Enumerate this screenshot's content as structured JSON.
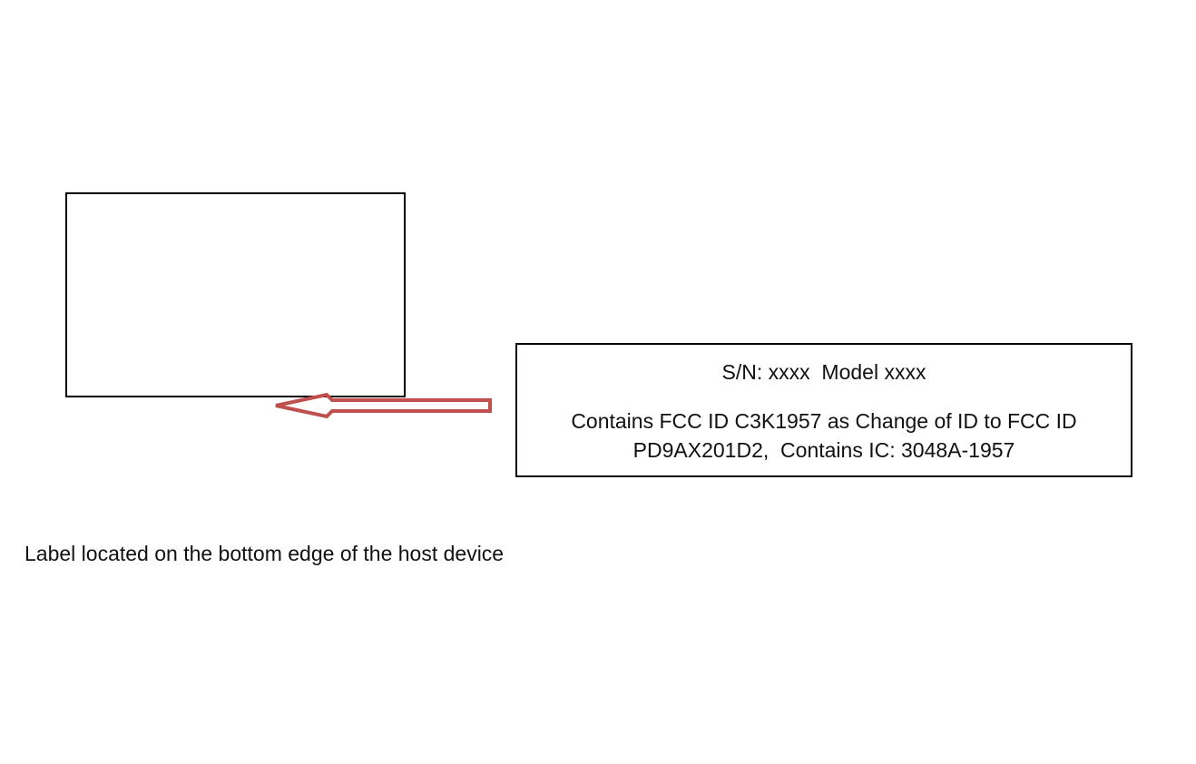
{
  "label": {
    "serial_line": "S/N: xxxx  Model xxxx",
    "fcc_line_1": "Contains FCC ID C3K1957 as Change of ID to FCC ID",
    "fcc_line_2": "PD9AX201D2,  Contains IC: 3048A-1957"
  },
  "caption": "Label located on the bottom edge of the host device",
  "colors": {
    "arrow_outline": "#c0504d",
    "box_border": "#000000",
    "text": "#111111",
    "background": "#ffffff"
  }
}
